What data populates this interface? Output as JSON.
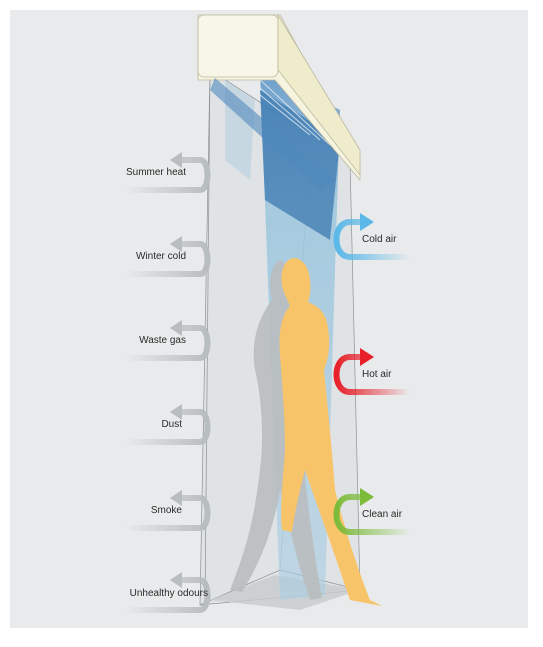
{
  "diagram": {
    "blocked_items": [
      {
        "label": "Summer heat"
      },
      {
        "label": "Winter cold"
      },
      {
        "label": "Waste gas"
      },
      {
        "label": "Dust"
      },
      {
        "label": "Smoke"
      },
      {
        "label": "Unhealthy odours"
      }
    ],
    "retained_items": [
      {
        "label": "Cold air",
        "color": "#5bb8e8"
      },
      {
        "label": "Hot air",
        "color": "#e8202a"
      },
      {
        "label": "Clean air",
        "color": "#7dbb3a"
      }
    ],
    "colors": {
      "unit_body": "#f6f3de",
      "air_curtain": "#8fc0dc",
      "air_curtain_dark": "#3e79b0",
      "person_front": "#f7c46a",
      "person_shadow": "#b9bcbe",
      "outside_arrow": "#b8bdbf"
    }
  }
}
